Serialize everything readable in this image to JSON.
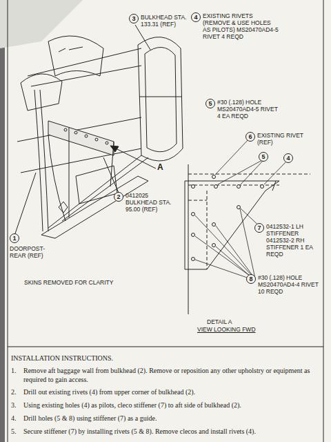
{
  "diagram": {
    "nodes": [
      {
        "text": [
          "3",
          "BULKHEAD STA. 133.31 (REF)"
        ]
      },
      {
        "text": [
          "4",
          "EXISTING RIVETS (REMOVE & USE HOLES AS PILOTS) MS20470AD4-5 RIVET 4 REQD"
        ]
      },
      {
        "text": [
          "5",
          "#30 (.128) HOLE MS20470AD4-5 RIVET 4 EA REQD"
        ]
      },
      {
        "text": [
          "6",
          "EXISTING RIVET (REF)"
        ]
      },
      {
        "text": [
          "5"
        ]
      },
      {
        "text": [
          "4"
        ]
      },
      {
        "text": [
          "7",
          "0412532-1 LH STIFFENER 0412532-2 RH STIFFENER 1 EA REQD"
        ]
      },
      {
        "text": [
          "8",
          "#30 (.128) HOLE MS20470AD4-4 RIVET 10 REQD"
        ]
      },
      {
        "text": [
          "2",
          "0412025 BULKHEAD STA. 95.00 (REF)"
        ]
      },
      {
        "text": [
          "1",
          "DOORPOST- REAR (REF)"
        ]
      }
    ],
    "labels": [
      "A",
      "SKINS REMOVED FOR CLARITY",
      "DETAIL A",
      "VIEW LOOKING FWD",
      "INSTALLATION INSTRUCTIONS.",
      "1.",
      "Remove aft baggage wall from bulkhead (2). Remove or reposition any other upholstry or equipment as required to gain access.",
      "2.",
      "Drill out existing rivets (4) from upper corner of bulkhead (2).",
      "3.",
      "Using existing holes (4) as pilots, cleco stiffener (7) to aft side of bulkhead (2).",
      "4.",
      "Drill holes (5 & 8) using stiffener (7) as a guide.",
      "5.",
      "Secure stiffener (7) by installing rivets (5 & 8). Remove clecos and install rivets (4)."
    ]
  }
}
